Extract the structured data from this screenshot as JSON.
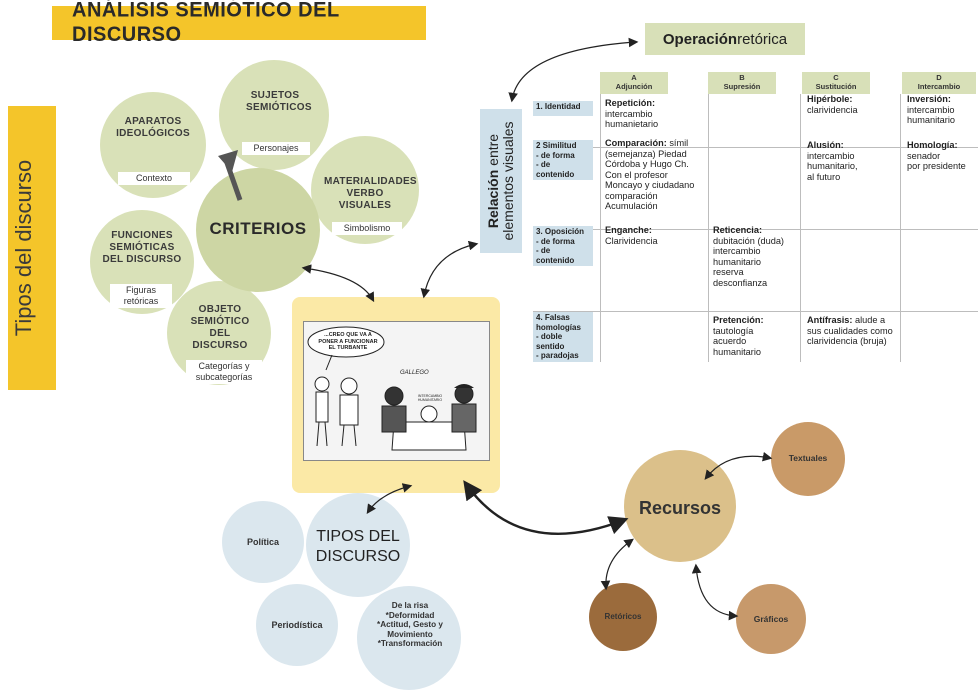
{
  "header": {
    "title": "ANÁLISIS SEMIÓTICO DEL DISCURSO"
  },
  "side": {
    "label": "Tipos del discurso"
  },
  "criteria": {
    "center": "CRITERIOS",
    "items": [
      {
        "title": "APARATOS IDEOLÓGICOS",
        "tag": "Contexto"
      },
      {
        "title": "SUJETOS SEMIÓTICOS",
        "tag": "Personajes"
      },
      {
        "title": "MATERIALIDADES VERBO VISUALES",
        "tag": "Simbolismo"
      },
      {
        "title": "FUNCIONES SEMIÓTICAS DEL DISCURSO",
        "tag": "Figuras retóricas"
      },
      {
        "title": "OBJETO SEMIÓTICO DEL DISCURSO",
        "tag": "Categorías y subcategorías"
      }
    ]
  },
  "cartoon": {
    "bubble": "...CREO QUE VA A PONER A FUNCIONAR EL TURBANTE",
    "signature": "GALLEGO",
    "ball_label": "INTERCAMBIO HUMANITARIO"
  },
  "tipos": {
    "center": "TIPOS DEL DISCURSO",
    "items": [
      "Política",
      "Periodística",
      "De la risa\n*Deformidad\n*Actitud, Gesto y Movimiento\n*Transformación"
    ]
  },
  "recursos": {
    "center": "Recursos",
    "items": [
      "Textuales",
      "Retóricos",
      "Gráficos"
    ]
  },
  "relation": {
    "line1_bold": "Relación",
    "line1_rest": " entre",
    "line2": "elementos visuales"
  },
  "operation": {
    "bold": "Operación",
    "rest": " retórica"
  },
  "table": {
    "columns": [
      {
        "letter": "A",
        "name": "Adjunción"
      },
      {
        "letter": "B",
        "name": "Supresión"
      },
      {
        "letter": "C",
        "name": "Sustitución"
      },
      {
        "letter": "D",
        "name": "Intercambio"
      }
    ],
    "rows": [
      {
        "label": "1. Identidad"
      },
      {
        "label": "2 Similitud\n- de forma\n- de contenido"
      },
      {
        "label": "3. Oposición\n- de forma\n- de contenido"
      },
      {
        "label": "4. Falsas homologías\n- doble sentido\n- paradojas"
      }
    ],
    "cells": {
      "r1a_b": "Repetición:",
      "r1a": "intercambio\nhumanietario",
      "r1c_b": "Hipérbole:",
      "r1c": "clarividencia",
      "r1d_b": "Inversión:",
      "r1d": "intercambio\nhumanitario",
      "r2a_b": "Comparación:",
      "r2a_inline": " símil",
      "r2a": "(semejanza) Piedad\nCórdoba y Hugo Ch.\nCon el profesor\nMoncayo y ciudadano\ncomparación\nAcumulación",
      "r2c_b": "Alusión:",
      "r2c": "intercambio\nhumanitario,\nal futuro",
      "r2d_b": "Homología:",
      "r2d": "senador\npor presidente",
      "r3a_b": "Enganche:",
      "r3a": "Clarividencia",
      "r3b_b": "Reticencia:",
      "r3b": "dubitación (duda)\nintercambio\nhumanitario\nreserva\ndesconfianza",
      "r4b_b": "Pretención:",
      "r4b": "tautología\nacuerdo\nhumanitario",
      "r4c_b": "Antífrasis:",
      "r4c_inline": " alude a",
      "r4c": "sus cualidades como\nclarividencia (bruja)"
    }
  },
  "colors": {
    "yellow": "#f4c52a",
    "green": "#d9e1b8",
    "pale_yellow": "#fbe9a6",
    "light_blue": "#dbe7ee",
    "tan": "#dbc08a",
    "brown": "#9b6b3c"
  }
}
